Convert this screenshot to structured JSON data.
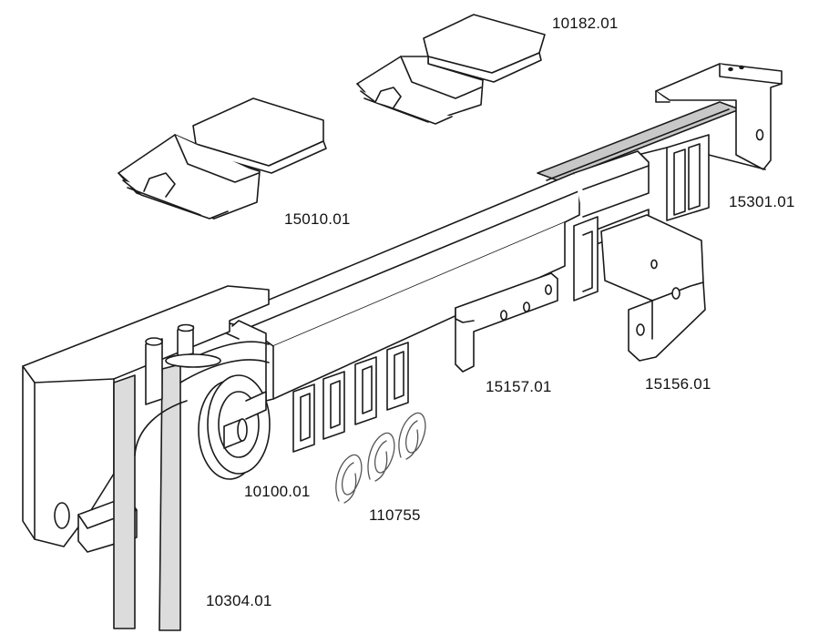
{
  "diagram": {
    "part_labels": {
      "clip_upper": "10182.01",
      "clip_lower": "15010.01",
      "end_bracket": "15301.01",
      "plate": "15157.01",
      "wall_bracket": "15156.01",
      "pulley": "10100.01",
      "hooks": "110755",
      "cords": "10304.01"
    },
    "colors": {
      "line": "#1a1a1a",
      "fill": "#ffffff",
      "rod_gray": "#c8c8c8",
      "cord_gray": "#dcdcdc"
    }
  }
}
